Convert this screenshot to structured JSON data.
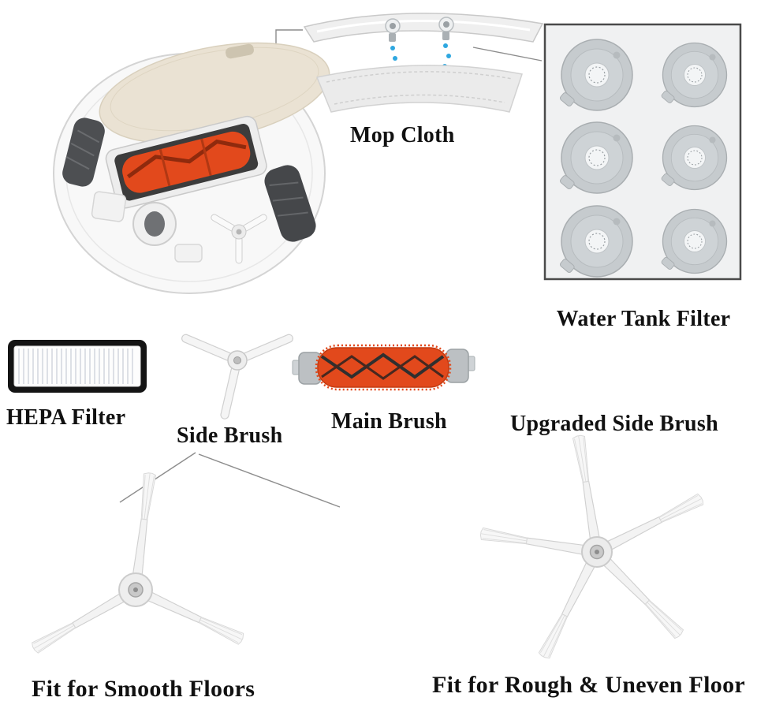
{
  "labels": {
    "mop_cloth": "Mop Cloth",
    "water_tank_filter": "Water Tank Filter",
    "hepa_filter": "HEPA Filter",
    "side_brush": "Side Brush",
    "main_brush": "Main Brush",
    "upgraded_side_brush": "Upgraded Side Brush",
    "fit_smooth": "Fit for Smooth Floors",
    "fit_rough": "Fit for Rough & Uneven Floor"
  },
  "colors": {
    "brush_orange": "#e2491c",
    "droplet_blue": "#2ea7e0",
    "mop_beige": "#eae2d3",
    "filter_gray": "#c6cbce",
    "box_border": "#4a4a4a",
    "label_text": "#111111",
    "line_gray": "#8c8c8c"
  }
}
